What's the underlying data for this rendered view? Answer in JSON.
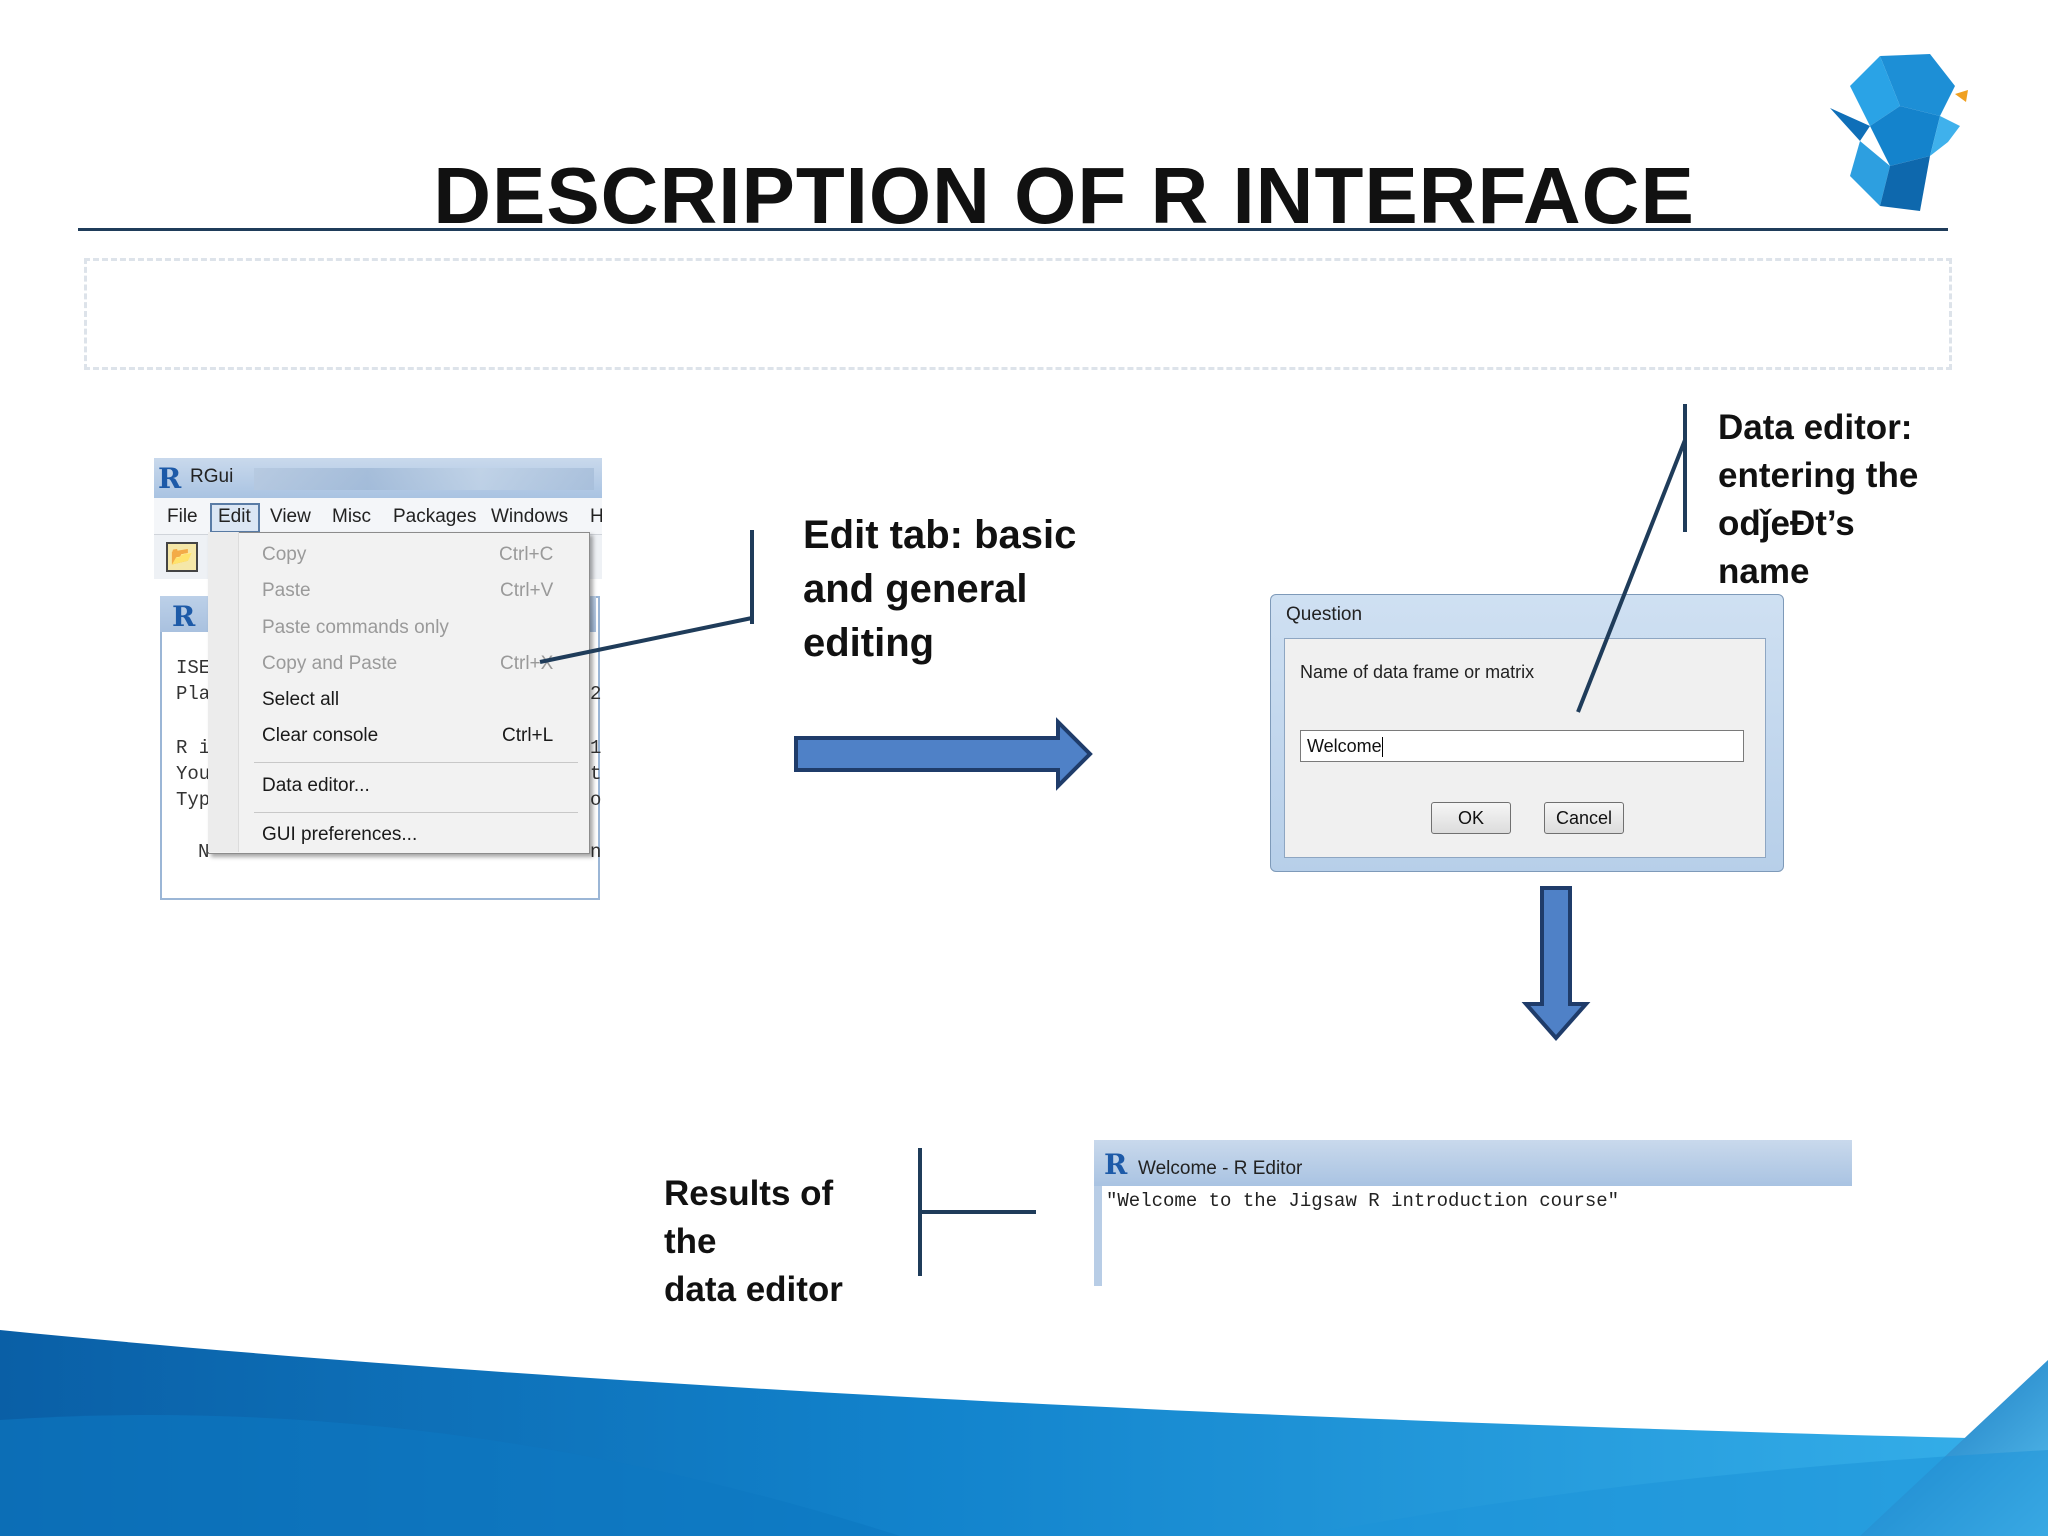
{
  "slide": {
    "title": "DESCRIPTION OF R INTERFACE"
  },
  "captions": {
    "edit_tab": [
      "Edit tab: basic",
      "and general",
      "editing"
    ],
    "data_editor": [
      "Data editor:",
      "entering the",
      "odǰeĐt’s",
      "name"
    ],
    "results": [
      "Results of",
      "the",
      "data editor"
    ]
  },
  "rgui": {
    "window_title": "RGui",
    "menu": [
      "File",
      "Edit",
      "View",
      "Misc",
      "Packages",
      "Windows",
      "H"
    ],
    "console_lines": [
      "ISE",
      "Pla",
      "R i",
      "You",
      "Typ",
      "N"
    ],
    "console_right": [
      "2",
      "1",
      "t",
      "o",
      "n"
    ],
    "edit_menu": [
      {
        "label": "Copy",
        "shortcut": "Ctrl+C",
        "enabled": false
      },
      {
        "label": "Paste",
        "shortcut": "Ctrl+V",
        "enabled": false
      },
      {
        "label": "Paste commands only",
        "shortcut": "",
        "enabled": false
      },
      {
        "label": "Copy and Paste",
        "shortcut": "Ctrl+X",
        "enabled": false
      },
      {
        "label": "Select all",
        "shortcut": "",
        "enabled": true
      },
      {
        "label": "Clear console",
        "shortcut": "Ctrl+L",
        "enabled": true
      },
      {
        "label": "Data editor...",
        "shortcut": "",
        "enabled": true
      },
      {
        "label": "GUI preferences...",
        "shortcut": "",
        "enabled": true
      }
    ]
  },
  "question_dialog": {
    "title": "Question",
    "prompt": "Name of data frame or matrix",
    "input_value": "Welcome",
    "ok_label": "OK",
    "cancel_label": "Cancel"
  },
  "r_editor": {
    "title": "Welcome - R Editor",
    "content": "\"Welcome to the Jigsaw R introduction course\""
  },
  "colors": {
    "arrow_fill": "#4f81c7",
    "arrow_stroke": "#1f3c6a",
    "callout_line": "#1f3c5a",
    "wave_dark": "#0a6cb4",
    "wave_light": "#2aa3e0",
    "title_rule": "#1f3c5a"
  },
  "icons": {
    "logo": "geometric-head-logo-icon",
    "r_logo": "r-logo-icon",
    "open_folder": "open-folder-icon"
  }
}
